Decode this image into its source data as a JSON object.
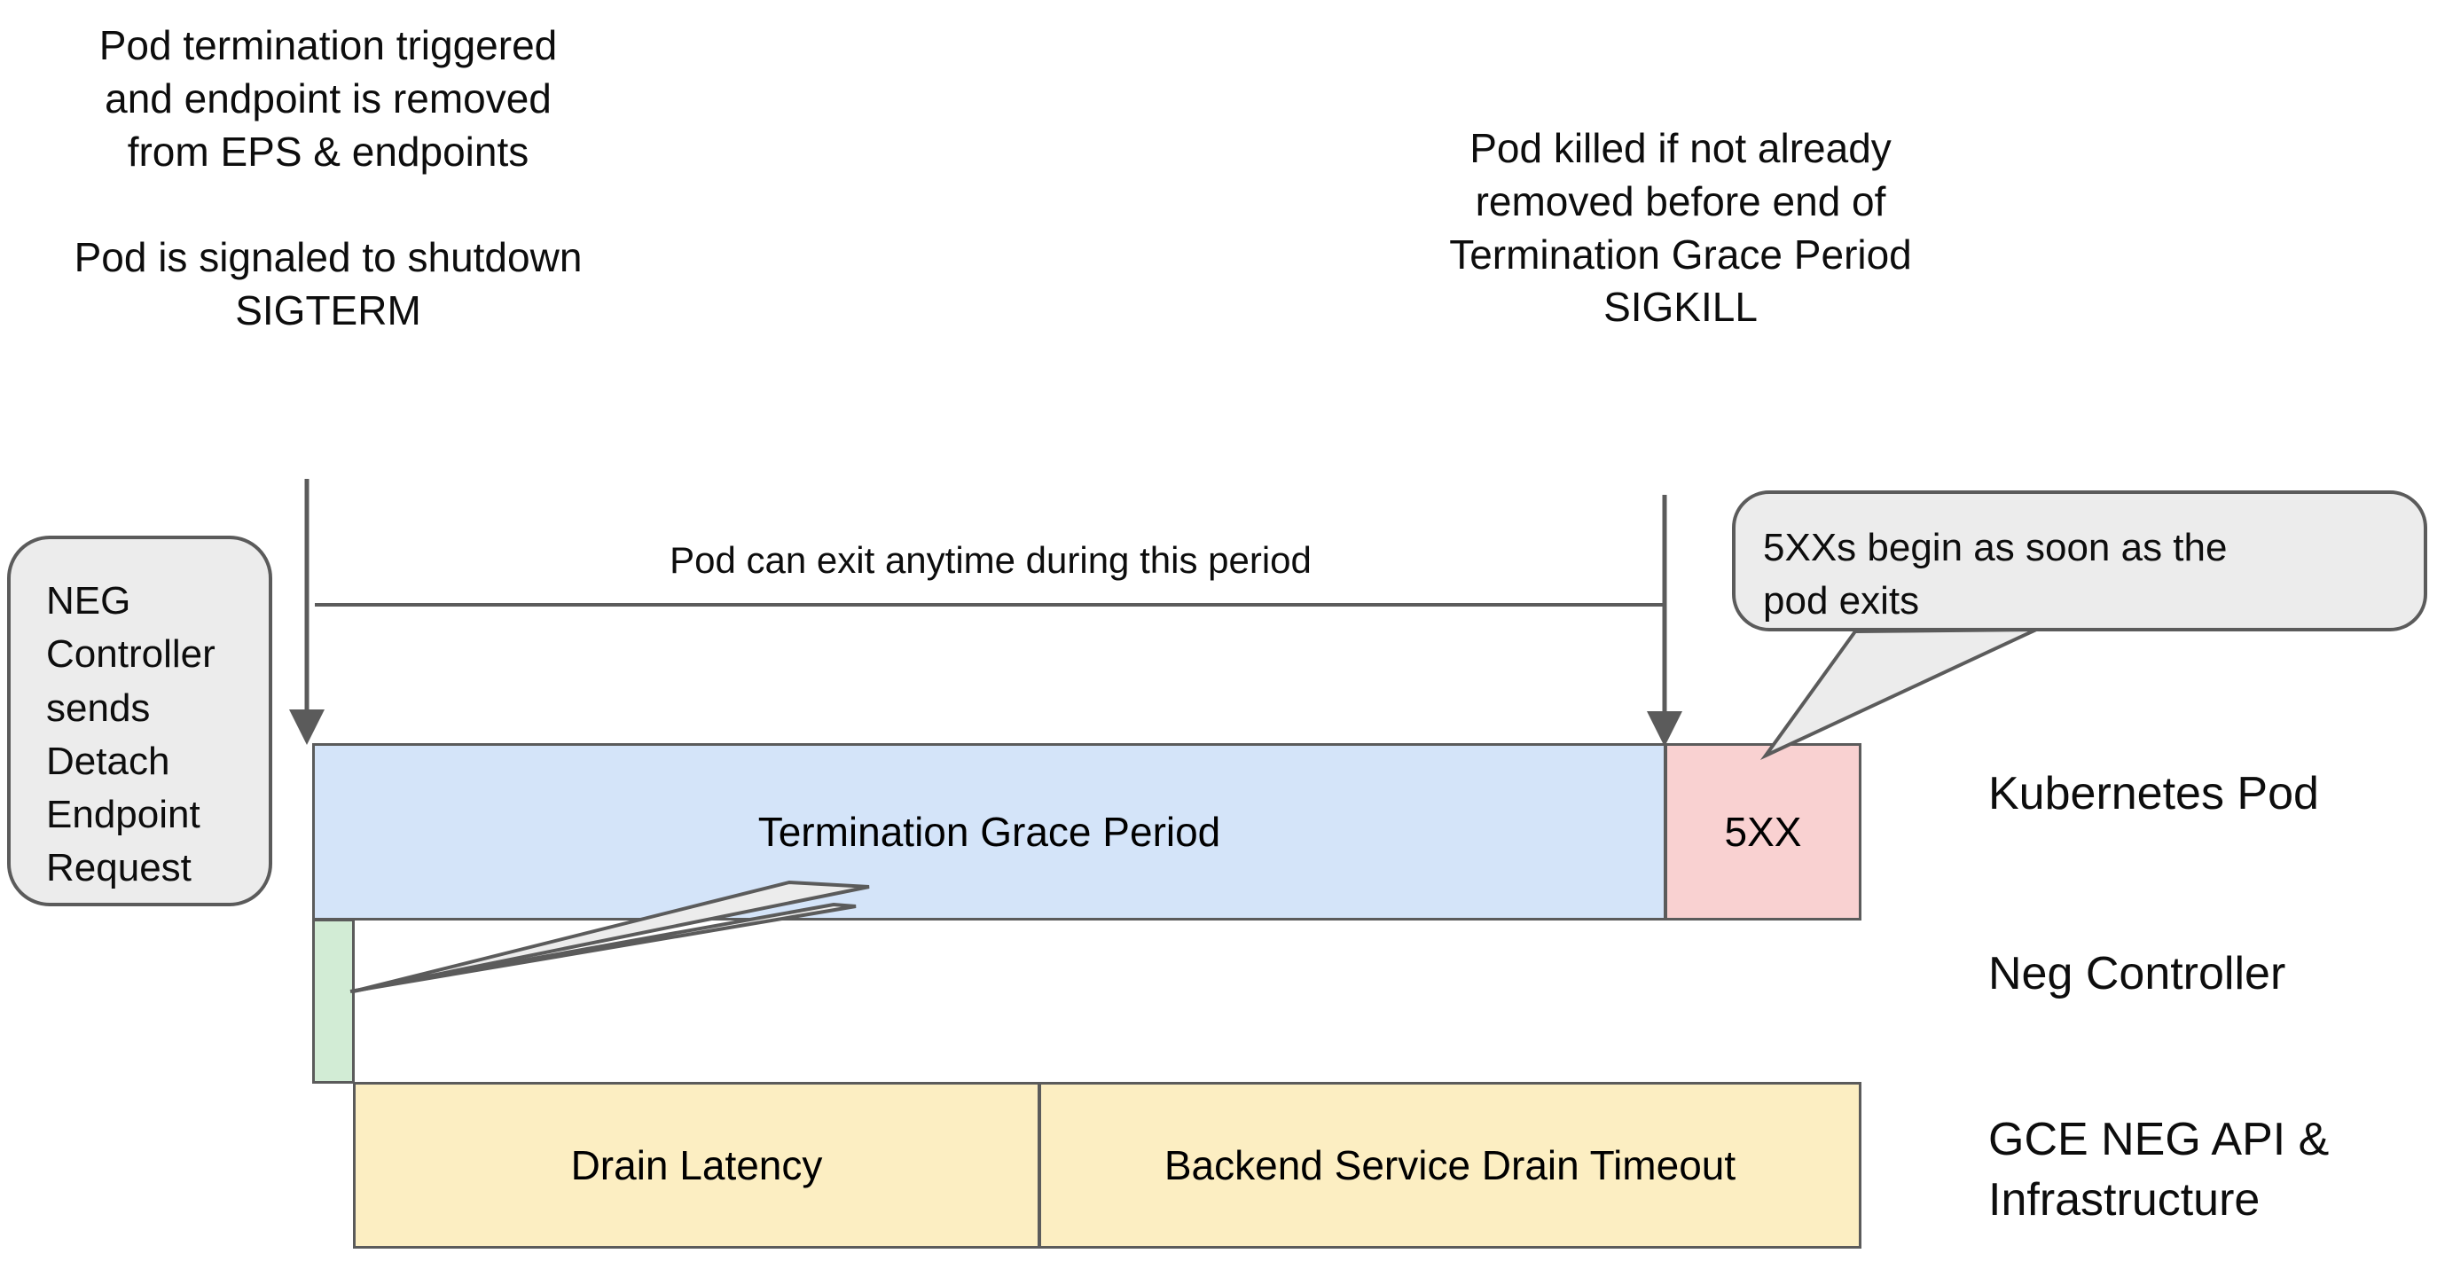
{
  "notes": [
    {
      "id": "pod-termination-note",
      "text": "Pod termination triggered\nand endpoint is removed\nfrom EPS & endpoints\n\nPod is signaled to shutdown\nSIGTERM"
    },
    {
      "id": "pod-killed-note",
      "text": "Pod killed if not already\nremoved before end of\nTermination Grace Period\nSIGKILL"
    }
  ],
  "timeline": {
    "period_caption": "Pod can exit anytime during this period",
    "bars": [
      {
        "id": "termination-grace-period",
        "label": "Termination Grace Period",
        "color": "#d4e4f9"
      },
      {
        "id": "five-xx",
        "label": "5XX",
        "color": "#f9d1d1"
      },
      {
        "id": "neg-detach",
        "label": "",
        "color": "#d2ecd5"
      },
      {
        "id": "drain-latency",
        "label": "Drain Latency",
        "color": "#fceec2"
      },
      {
        "id": "backend-service-drain-timeout",
        "label": "Backend Service Drain Timeout",
        "color": "#fceec2"
      }
    ],
    "row_labels": [
      "Kubernetes Pod",
      "Neg Controller",
      "GCE NEG API &\nInfrastructure"
    ]
  },
  "callouts": [
    {
      "id": "neg-controller-callout",
      "text": "NEG\nController\nsends\nDetach\nEndpoint\nRequest"
    },
    {
      "id": "five-xx-callout",
      "text": "5XXs begin as soon as the\npod exits"
    }
  ],
  "colors": {
    "stroke": "#5b5b5b",
    "callout_fill": "#ececec",
    "blue": "#d4e4f9",
    "pink": "#f9d1d1",
    "green": "#d2ecd5",
    "yellow": "#fceec2"
  }
}
